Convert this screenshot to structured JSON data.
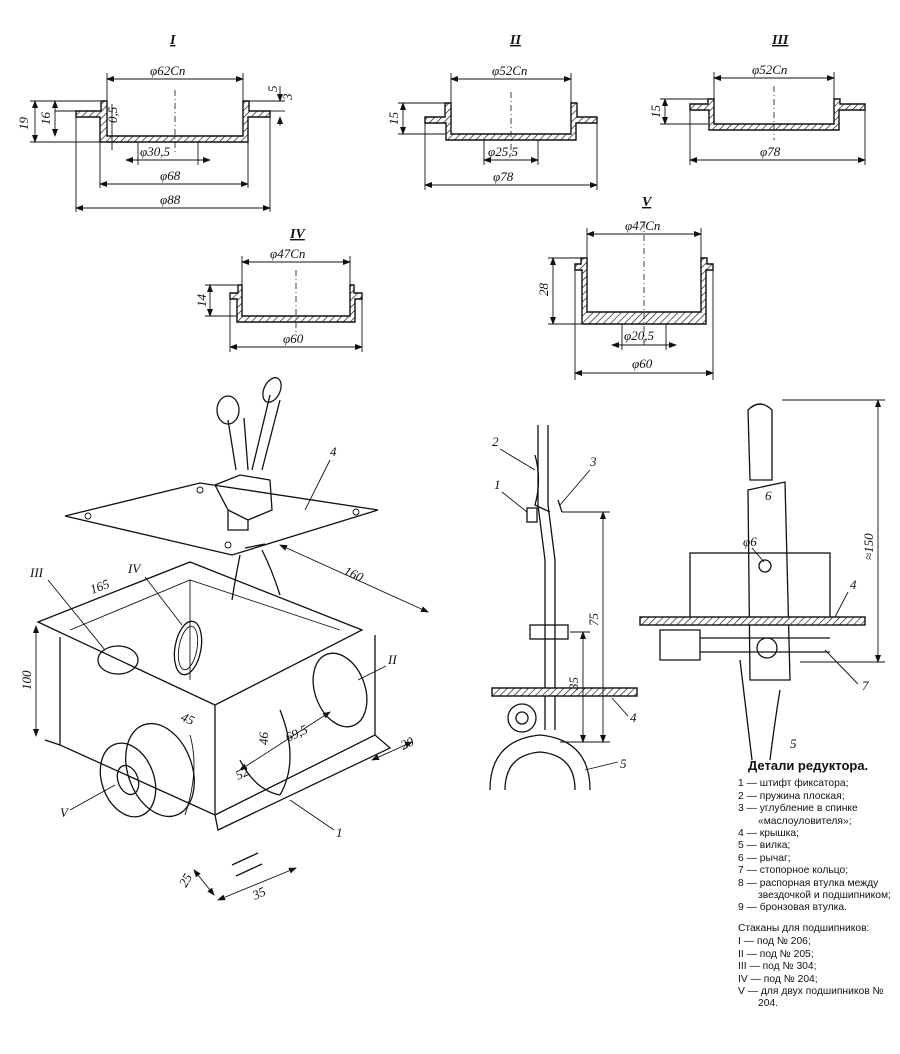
{
  "views": {
    "I": {
      "label": "I",
      "d1": "φ62Сп",
      "d2": "φ30,5",
      "d3": "φ68",
      "d4": "φ88",
      "h1": "19",
      "h2": "16",
      "h3": "5",
      "h4": "3",
      "h5": "0,5"
    },
    "II": {
      "label": "II",
      "d1": "φ52Сп",
      "d2": "φ25,5",
      "d3": "φ78",
      "h1": "15"
    },
    "III": {
      "label": "III",
      "d1": "φ52Сп",
      "d2": "φ78",
      "h1": "15"
    },
    "IV": {
      "label": "IV",
      "d1": "φ47Сп",
      "d2": "φ60",
      "h1": "14"
    },
    "V": {
      "label": "V",
      "d1": "φ47Сп",
      "d2": "φ20,5",
      "d3": "φ60",
      "h1": "28"
    }
  },
  "assembly": {
    "callout_4": "4",
    "callout_III": "III",
    "callout_IV": "IV",
    "callout_II": "II",
    "callout_V": "V",
    "callout_1": "1",
    "dim_160": "160",
    "dim_165": "165",
    "dim_100": "100",
    "dim_45": "45",
    "dim_46": "46",
    "dim_52": "52",
    "dim_695": "69,5",
    "dim_20": "20",
    "dim_25": "25",
    "dim_35": "35"
  },
  "section": {
    "callout_1": "1",
    "callout_2": "2",
    "callout_3": "3",
    "callout_4": "4",
    "callout_5": "5",
    "dim_75": "75",
    "dim_35": "35"
  },
  "lever": {
    "callout_6": "6",
    "callout_4": "4",
    "callout_7": "7",
    "callout_5": "5",
    "dim_phi6": "φ6",
    "dim_150": "≈150"
  },
  "legend": {
    "title": "Детали редуктора.",
    "items": [
      "1 — штифт фиксатора;",
      "2 — пружина плоская;",
      "3 — углубление в спинке «маслоуловителя»;",
      "4 — крышка;",
      "5 — вилка;",
      "6 — рычаг;",
      "7 — стопорное кольцо;",
      "8 — распорная втулка между звездочкой и подшипником;",
      "9 — бронзовая втулка."
    ],
    "cups_title": "Стаканы для подшипников:",
    "cups": [
      "I — под № 206;",
      "II — под № 205;",
      "III — под № 304;",
      "IV — под № 204;",
      "V — для двух подшипников № 204."
    ]
  }
}
